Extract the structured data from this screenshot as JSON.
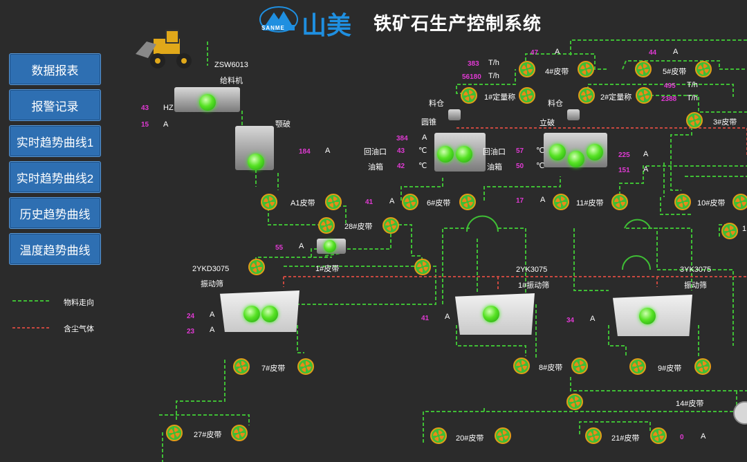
{
  "header": {
    "brand_cn": "山美",
    "brand_en": "SANME",
    "title": "铁矿石生产控制系统"
  },
  "nav": [
    "数据报表",
    "报警记录",
    "实时趋势曲线1",
    "实时趋势曲线2",
    "历史趋势曲线",
    "温度趋势曲线"
  ],
  "legend": {
    "material_flow": "物料走向",
    "dust_gas": "含尘气体",
    "material_color": "#3fbe35",
    "dust_color": "#c9483f"
  },
  "feeder": {
    "model": "ZSW6013",
    "name": "给料机",
    "hz_val": "43",
    "hz_unit": "HZ",
    "a_val": "15",
    "a_unit": "A"
  },
  "jaw": {
    "name": "颚破",
    "a_val": "184",
    "a_unit": "A"
  },
  "cone": {
    "bin": "料仓",
    "name": "圆锥",
    "a_val": "384",
    "a_unit": "A",
    "return_oil": "回油口",
    "return_oil_val": "43",
    "tank": "油箱",
    "tank_val": "42",
    "temp_unit": "℃"
  },
  "vsi": {
    "bin": "料仓",
    "name": "立破",
    "return_oil": "回油口",
    "return_oil_val": "57",
    "tank": "油箱",
    "tank_val": "50",
    "temp_unit": "℃",
    "a1_val": "225",
    "a2_val": "151",
    "a_unit": "A"
  },
  "scales": {
    "s1": "1#定量称",
    "s2": "2#定量称",
    "th1_val": "383",
    "th2_val": "56180",
    "th_unit": "T/h",
    "th3_val": "495",
    "th4_val": "2388"
  },
  "belts": {
    "b4": "4#皮带",
    "b4_val": "47",
    "b5": "5#皮带",
    "b5_val": "44",
    "b3": "3#皮带",
    "a1": "A1皮带",
    "b6": "6#皮带",
    "b6_val": "41",
    "b11": "11#皮带",
    "b11_val": "17",
    "b10": "10#皮带",
    "b28": "28#皮带",
    "b1": "1#皮带",
    "b1_val": "55",
    "b7": "7#皮带",
    "b8": "8#皮带",
    "b9": "9#皮带",
    "b14": "14#皮带",
    "b27": "27#皮带",
    "b20": "20#皮带",
    "b21": "21#皮带",
    "b21_val": "0",
    "unit": "A"
  },
  "screens": {
    "s2ykd": {
      "model": "2YKD3075",
      "name": "振动筛",
      "a1_val": "24",
      "a2_val": "23"
    },
    "s2yk": {
      "model": "2YK3075",
      "name": "1#振动筛",
      "a_val": "41"
    },
    "s3yk": {
      "model": "3YK3075",
      "name": "振动筛",
      "a_val": "34"
    }
  },
  "partial_label": "1"
}
